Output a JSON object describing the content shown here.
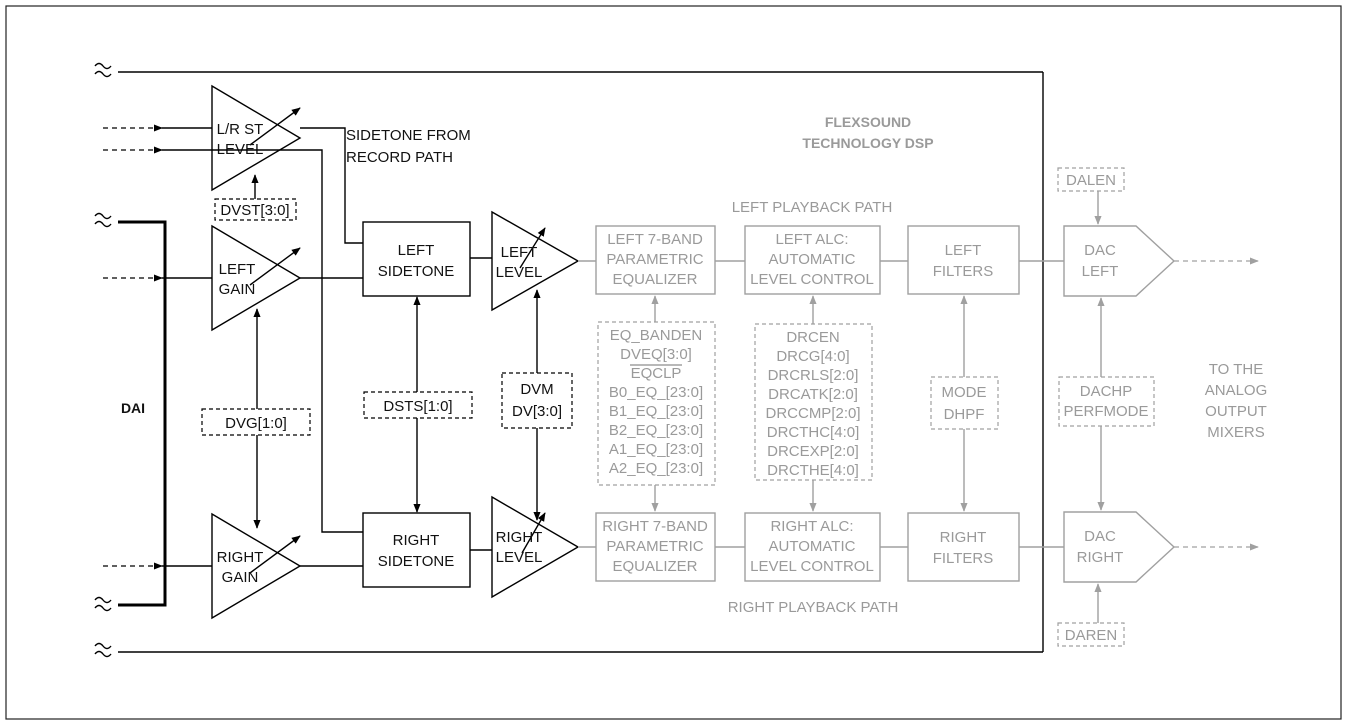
{
  "labels": {
    "lr_st_level": [
      "L/R ST",
      "LEVEL"
    ],
    "sidetone_from_record": [
      "SIDETONE FROM",
      "RECORD PATH"
    ],
    "flexsound": [
      "FLEXSOUND",
      "TECHNOLOGY DSP"
    ],
    "dvst": "DVST[3:0]",
    "left_gain": [
      "LEFT",
      "GAIN"
    ],
    "right_gain": [
      "RIGHT",
      "GAIN"
    ],
    "left_sidetone": [
      "LEFT",
      "SIDETONE"
    ],
    "right_sidetone": [
      "RIGHT",
      "SIDETONE"
    ],
    "left_level": [
      "LEFT",
      "LEVEL"
    ],
    "right_level": [
      "RIGHT",
      "LEVEL"
    ],
    "left_playback_path": "LEFT PLAYBACK PATH",
    "right_playback_path": "RIGHT PLAYBACK PATH",
    "left_eq": [
      "LEFT 7-BAND",
      "PARAMETRIC",
      "EQUALIZER"
    ],
    "right_eq": [
      "RIGHT 7-BAND",
      "PARAMETRIC",
      "EQUALIZER"
    ],
    "left_alc": [
      "LEFT ALC:",
      "AUTOMATIC",
      "LEVEL CONTROL"
    ],
    "right_alc": [
      "RIGHT ALC:",
      "AUTOMATIC",
      "LEVEL CONTROL"
    ],
    "left_filters": [
      "LEFT",
      "FILTERS"
    ],
    "right_filters": [
      "RIGHT",
      "FILTERS"
    ],
    "dac_left": [
      "DAC",
      "LEFT"
    ],
    "dac_right": [
      "DAC",
      "RIGHT"
    ],
    "dalen": "DALEN",
    "daren": "DAREN",
    "dai": "DAI",
    "dvg": "DVG[1:0]",
    "dsts": "DSTS[1:0]",
    "dvm": [
      "DVM",
      "DV[3:0]"
    ],
    "eq_regs": [
      "EQ_BANDEN",
      "DVEQ[3:0]",
      "EQCLP",
      "B0_EQ_[23:0]",
      "B1_EQ_[23:0]",
      "B2_EQ_[23:0]",
      "A1_EQ_[23:0]",
      "A2_EQ_[23:0]"
    ],
    "drc_regs": [
      "DRCEN",
      "DRCG[4:0]",
      "DRCRLS[2:0]",
      "DRCATK[2:0]",
      "DRCCMP[2:0]",
      "DRCTHC[4:0]",
      "DRCEXP[2:0]",
      "DRCTHE[4:0]"
    ],
    "mode_dhpf": [
      "MODE",
      "DHPF"
    ],
    "dachp_perfmode": [
      "DACHP",
      "PERFMODE"
    ],
    "to_analog": [
      "TO THE",
      "ANALOG",
      "OUTPUT",
      "MIXERS"
    ]
  }
}
